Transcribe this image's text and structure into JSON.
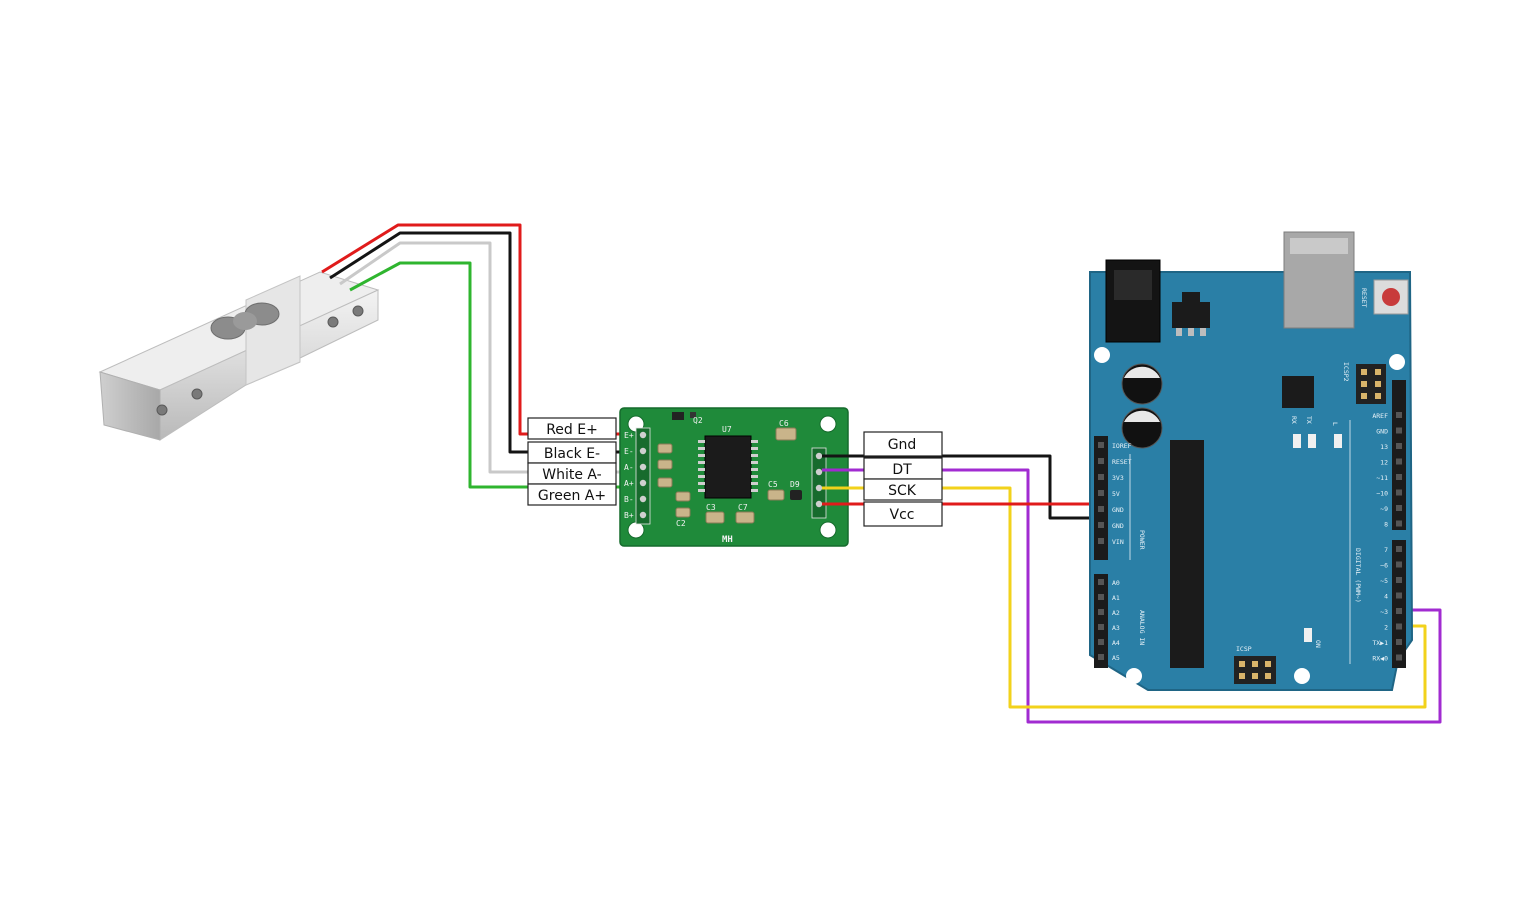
{
  "colors": {
    "red": "#e01b1b",
    "black": "#141414",
    "white": "#c9c9c9",
    "green": "#2fb52f",
    "yellow": "#f2d21b",
    "purple": "#a12bd1",
    "pcb_green": "#1f8a3a",
    "arduino_blue": "#2a7fa6"
  },
  "loadcell_labels": [
    "Red E+",
    "Black E-",
    "White A-",
    "Green A+"
  ],
  "hx711_labels": [
    "Gnd",
    "DT",
    "SCK",
    "Vcc"
  ],
  "hx711": {
    "silk_u7": "U7",
    "silk_q2": "Q2",
    "silk_c6": "C6",
    "silk_c2": "C2",
    "silk_c3": "C3",
    "silk_c7": "C7",
    "silk_c5": "C5",
    "silk_d9": "D9",
    "silk_brand": "MH",
    "pins_left": [
      "E+",
      "E-",
      "A-",
      "A+",
      "B-",
      "B+"
    ]
  },
  "arduino": {
    "reset_label": "RESET",
    "icsp2_label": "ICSP2",
    "icsp_label": "ICSP",
    "on_label": "ON",
    "tx_label": "TX",
    "rx_label": "RX",
    "l_label": "L",
    "power_label": "POWER",
    "analog_label": "ANALOG IN",
    "digital_label": "DIGITAL (PWM~)",
    "power_pins": [
      "IOREF",
      "RESET",
      "3V3",
      "5V",
      "GND",
      "GND",
      "VIN"
    ],
    "analog_pins": [
      "A0",
      "A1",
      "A2",
      "A3",
      "A4",
      "A5"
    ],
    "digital_top": [
      "AREF",
      "GND",
      "13",
      "12",
      "~11",
      "~10",
      "~9",
      "8"
    ],
    "digital_bottom": [
      "7",
      "~6",
      "~5",
      "4",
      "~3",
      "2",
      "TX▶1",
      "RX◀0"
    ]
  }
}
